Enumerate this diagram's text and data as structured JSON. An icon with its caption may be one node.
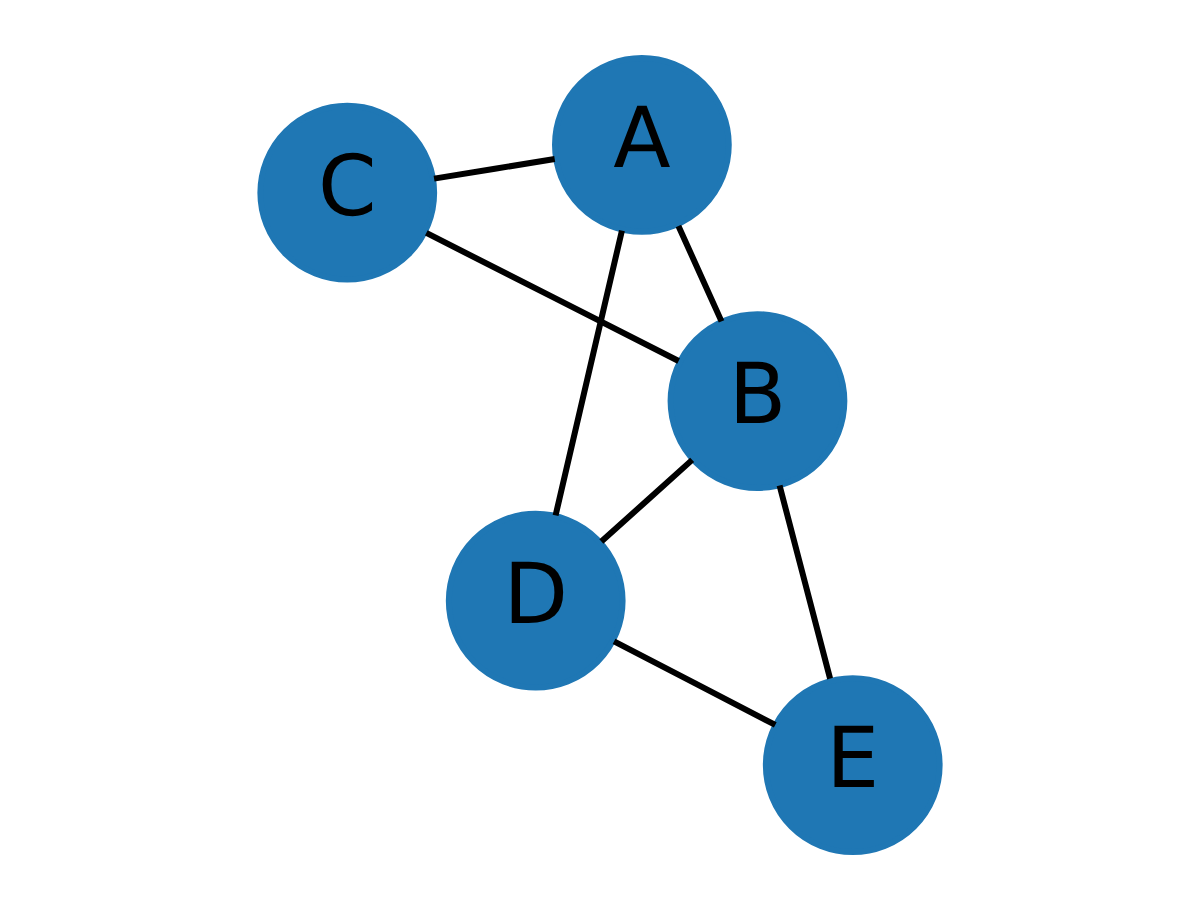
{
  "diagram": {
    "nodes": [
      {
        "text": [
          "C"
        ]
      },
      {
        "text": [
          "B"
        ]
      },
      {
        "text": [
          "E"
        ]
      },
      {
        "text": [
          "A"
        ]
      },
      {
        "text": [
          "D"
        ]
      }
    ],
    "edges": [
      {
        "from": 0,
        "to": 1,
        "arrow": "none"
      },
      {
        "from": 0,
        "to": 3,
        "arrow": "none"
      },
      {
        "from": 3,
        "to": 1,
        "arrow": "none"
      },
      {
        "from": 1,
        "to": 4,
        "arrow": "none"
      },
      {
        "from": 1,
        "to": 2,
        "arrow": "none"
      },
      {
        "from": 3,
        "to": 4,
        "arrow": "none"
      },
      {
        "from": 4,
        "to": 2,
        "arrow": "none"
      }
    ]
  }
}
